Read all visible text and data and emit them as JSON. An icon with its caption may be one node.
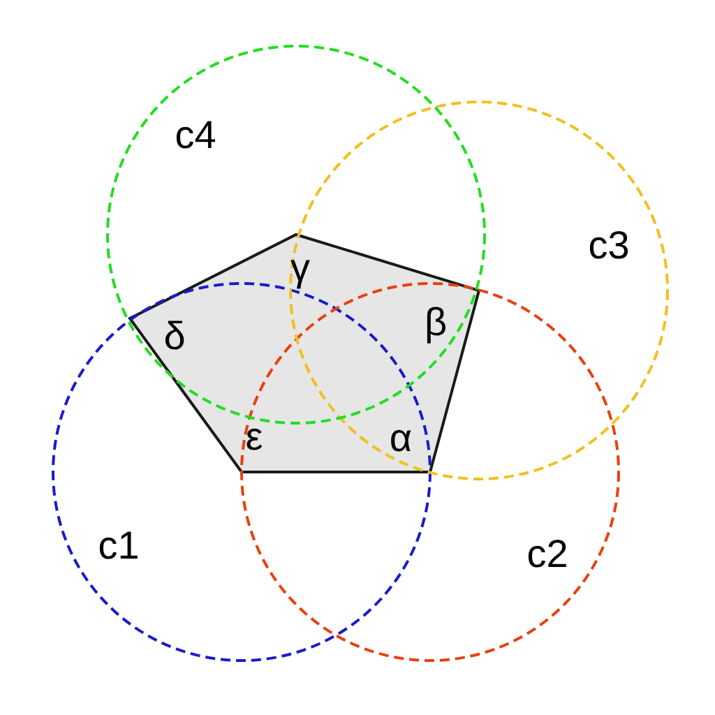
{
  "diagram": {
    "labels": [
      "c4",
      "γ",
      "c3",
      "δ",
      "β",
      "ε",
      "α",
      "c1",
      "c2"
    ]
  }
}
